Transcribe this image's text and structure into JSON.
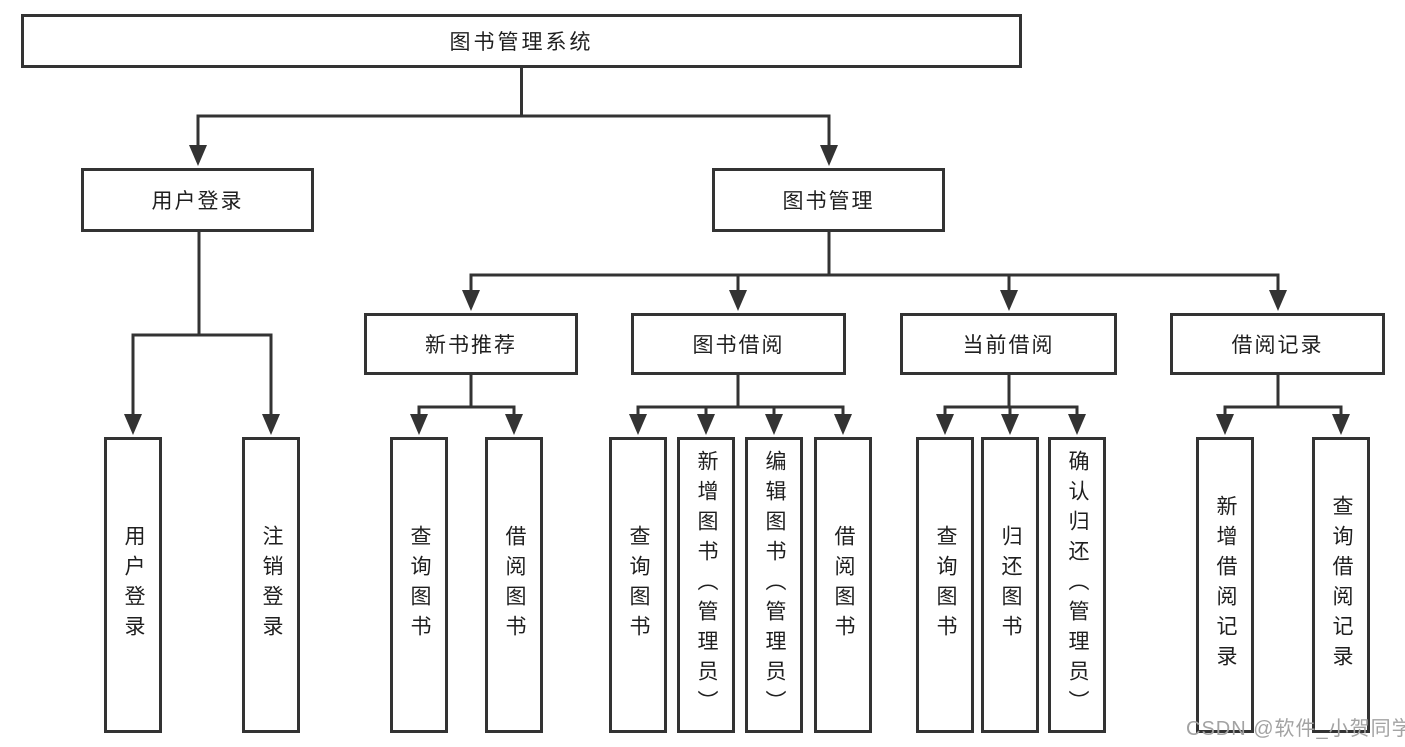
{
  "diagram": {
    "kind": "hierarchy-tree",
    "root": "图书管理系统",
    "branches": [
      {
        "label": "用户登录",
        "leaves": [
          "用户登录",
          "注销登录"
        ]
      },
      {
        "label": "图书管理",
        "children": [
          {
            "label": "新书推荐",
            "leaves": [
              "查询图书",
              "借阅图书"
            ]
          },
          {
            "label": "图书借阅",
            "leaves": [
              "查询图书",
              "新增图书（管理员）",
              "编辑图书（管理员）",
              "借阅图书"
            ]
          },
          {
            "label": "当前借阅",
            "leaves": [
              "查询图书",
              "归还图书",
              "确认归还（管理员）"
            ]
          },
          {
            "label": "借阅记录",
            "leaves": [
              "新增借阅记录",
              "查询借阅记录"
            ]
          }
        ]
      }
    ]
  },
  "watermark": {
    "text": "CSDN @软件_小贺同学"
  },
  "colors": {
    "line": "#333333",
    "box_border": "#333333",
    "text": "#1f1f1f",
    "watermark": "#a3a3a3",
    "background": "#ffffff"
  }
}
